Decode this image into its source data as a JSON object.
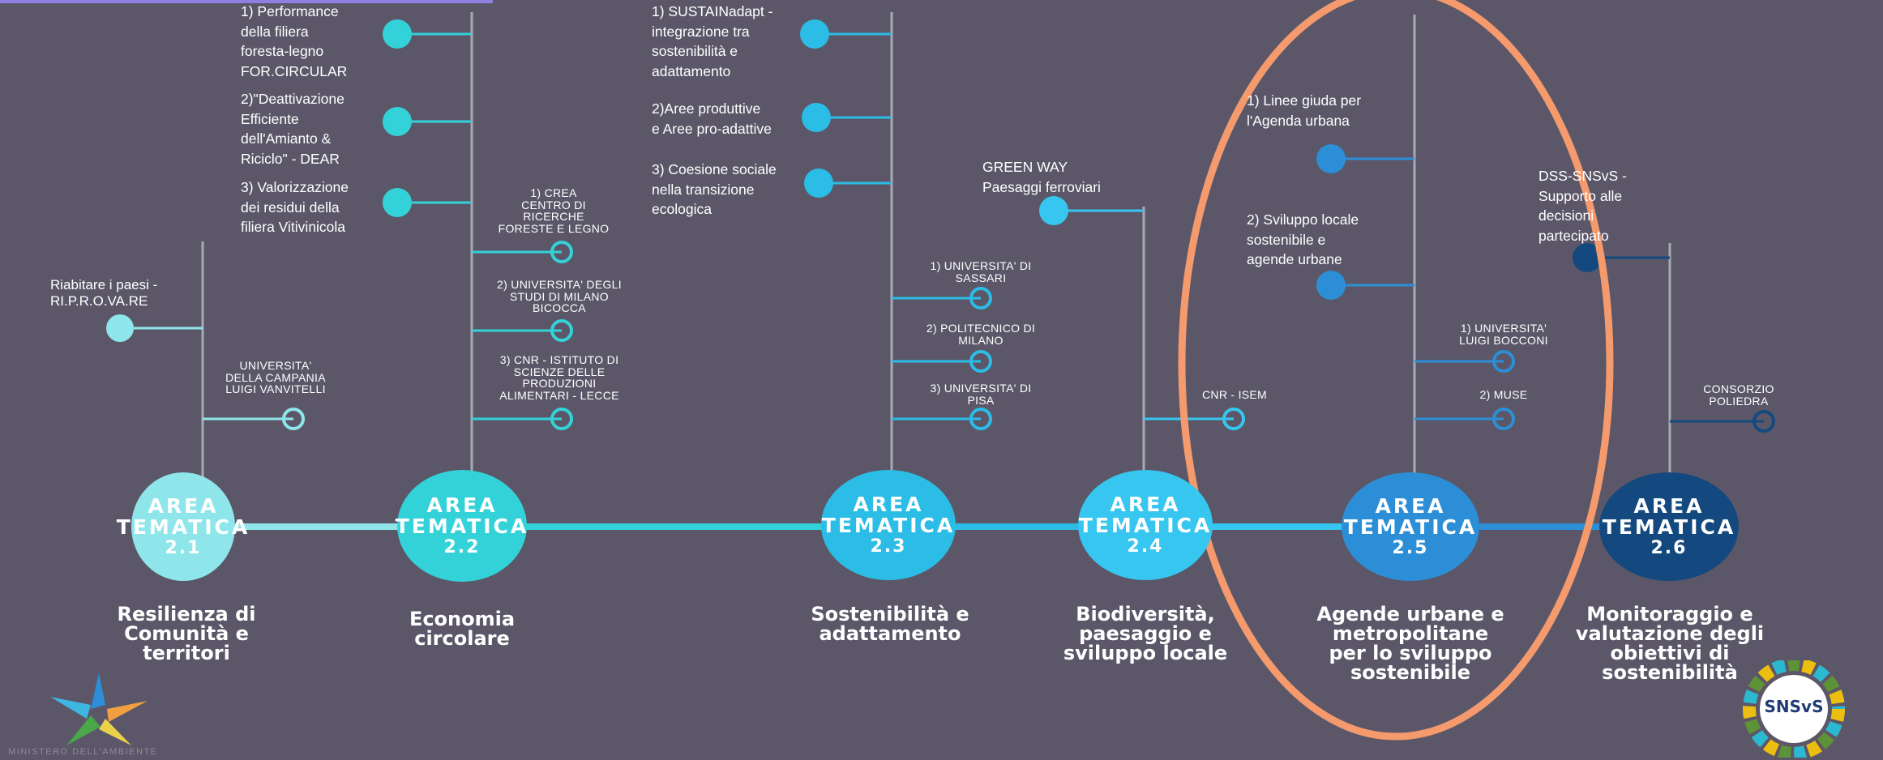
{
  "colors": {
    "background": "#5b5769",
    "highlight_ellipse": "#f49a6c",
    "area_2_1": "#8ee6ea",
    "area_2_2": "#33d2d9",
    "area_2_3": "#2bbde6",
    "area_2_4": "#36c6f0",
    "area_2_5": "#2c8ed6",
    "area_2_6": "#14497f",
    "line_gray": "#a9a9b5"
  },
  "areas": [
    {
      "id": "2.1",
      "l1": "AREA",
      "l2": "TEMATICA",
      "l3": "2.1",
      "title": "Resilienza di\nComunità e\nterritori"
    },
    {
      "id": "2.2",
      "l1": "AREA",
      "l2": "TEMATICA",
      "l3": "2.2",
      "title": "Economia\ncircolare"
    },
    {
      "id": "2.3",
      "l1": "AREA",
      "l2": "TEMATICA",
      "l3": "2.3",
      "title": "Sostenibilità e\nadattamento"
    },
    {
      "id": "2.4",
      "l1": "AREA",
      "l2": "TEMATICA",
      "l3": "2.4",
      "title": "Biodiversità,\npaesaggio e\nsviluppo locale"
    },
    {
      "id": "2.5",
      "l1": "AREA",
      "l2": "TEMATICA",
      "l3": "2.5",
      "title": "Agende urbane e\nmetropolitane\nper lo sviluppo\nsostenibile"
    },
    {
      "id": "2.6",
      "l1": "AREA",
      "l2": "TEMATICA",
      "l3": "2.6",
      "title": "Monitoraggio e\nvalutazione degli\nobiettivi di\nsostenibilità"
    }
  ],
  "projects": {
    "a21_p1": "Riabitare i paesi -\nRI.P.R.O.VA.RE",
    "a22_p1": "1) Performance\ndella filiera\nforesta-legno\nFOR.CIRCULAR",
    "a22_p2": "2)\"Deattivazione\nEfficiente\ndell'Amianto &\nRiciclo\" -  DEAR",
    "a22_p3": "3) Valorizzazione\n dei residui della\nfiliera Vitivinicola",
    "a23_p1": "1) SUSTAINadapt -\nintegrazione tra\nsostenibilità e\nadattamento",
    "a23_p2": "2)Aree produttive\ne Aree pro-adattive",
    "a23_p3": "3) Coesione sociale\nnella transizione\necologica",
    "a24_p1": "GREEN WAY\nPaesaggi ferroviari",
    "a25_p1": "1)  Linee  giuda  per\nl'Agenda urbana",
    "a25_p2": "2)  Sviluppo  locale\nsostenibile          e\nagende urbane",
    "a26_p1": "DSS-SNSvS -\nSupporto alle\ndecisioni\npartecipato"
  },
  "institutions": {
    "a21_i1": "UNIVERSITA'\nDELLA CAMPANIA\nLUIGI VANVITELLI",
    "a22_i1": "1) CREA\nCENTRO DI\nRICERCHE\nFORESTE E LEGNO",
    "a22_i2": "2) UNIVERSITA' DEGLI\nSTUDI DI MILANO\nBICOCCA",
    "a22_i3": "3) CNR - ISTITUTO DI\nSCIENZE DELLE\nPRODUZIONI\nALIMENTARI - LECCE",
    "a23_i1": "1) UNIVERSITA' DI\nSASSARI",
    "a23_i2": "2) POLITECNICO DI\nMILANO",
    "a23_i3": "3) UNIVERSITA' DI\nPISA",
    "a24_i1": "CNR - ISEM",
    "a25_i1": "1) UNIVERSITA'\nLUIGI BOCCONI",
    "a25_i2": "2)  MUSE",
    "a26_i1": "CONSORZIO\nPOLIEDRA"
  },
  "footer": {
    "ministry": "MINISTERO DELL'AMBIENTE",
    "sdg_badge": "SNSvS"
  },
  "icons": {
    "logo": "ministry-star-logo-icon",
    "badge": "sdg-wheel-icon"
  }
}
